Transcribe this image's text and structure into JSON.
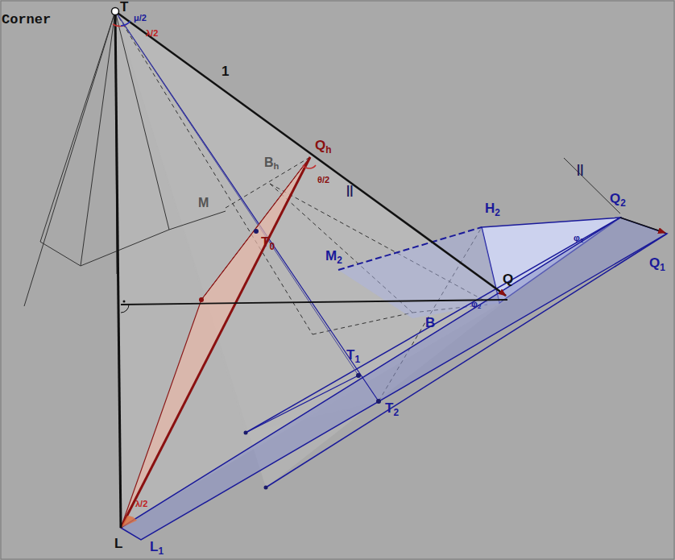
{
  "diagram": {
    "labels": [
      "Corner",
      "T",
      "μ/2",
      "λ/2",
      "1",
      "Qh",
      "θ/2",
      "||",
      "Bh",
      "M",
      "T0",
      "H2",
      "M2",
      "Q",
      "B",
      "φ2",
      "φ2",
      "Q2",
      "Q1",
      "||",
      "T1",
      "T2",
      "L",
      "L1",
      "λ/2"
    ]
  }
}
